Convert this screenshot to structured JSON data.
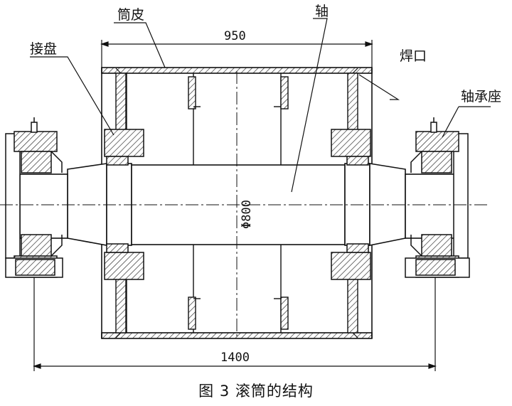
{
  "labels": {
    "shell": "筒皮",
    "shaft": "轴",
    "hub": "接盘",
    "weld": "焊口",
    "bearing_seat": "轴承座"
  },
  "dimensions": {
    "drum_length": "950",
    "diameter": "Φ800",
    "total_length": "1400"
  },
  "caption": "图 3   滚筒的结构"
}
